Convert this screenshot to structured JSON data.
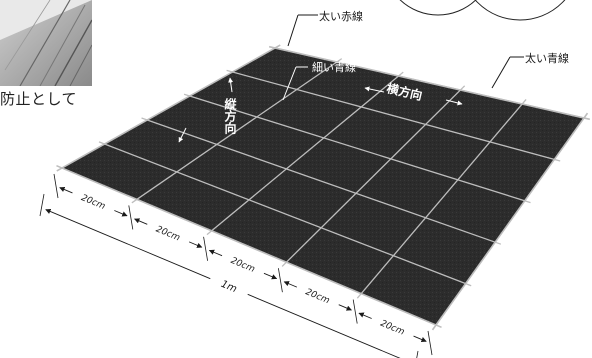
{
  "snippet_text": "防止として",
  "labels": {
    "thick_red_line": "太い赤線",
    "thick_blue_line": "太い青線",
    "thin_blue_line": "細い青線",
    "horizontal": "横方向",
    "vertical": "縦方向"
  },
  "dimensions": {
    "segments": [
      "20cm",
      "20cm",
      "20cm",
      "20cm",
      "20cm"
    ],
    "total": "1m"
  },
  "grid": {
    "columns": 5,
    "rows": 5
  },
  "colors": {
    "sheet": "#2c2c2c",
    "grid_line": "#bdbdbd",
    "text": "#1a1a1a",
    "white_label": "#ffffff"
  }
}
